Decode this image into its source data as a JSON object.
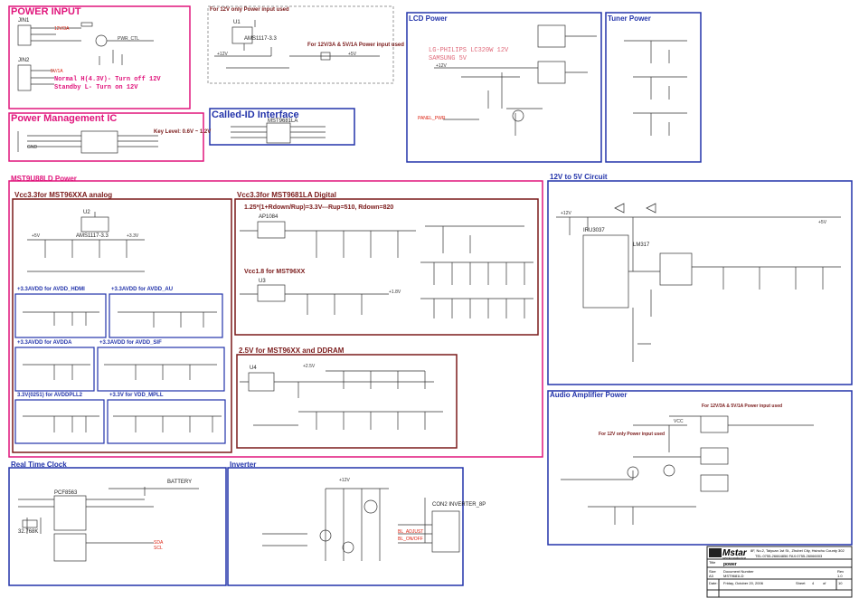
{
  "sections": {
    "power_input": "POWER INPUT",
    "power_mgmt": "Power Management IC",
    "called_id": "Called-ID Interface",
    "lcd_power": "LCD Power",
    "tuner_power": "Tuner Power",
    "mst_power": "MST9U88LD Power",
    "vcc33_analog": "Vcc3.3for MST96XXA analog",
    "vcc33_digital": "Vcc3.3for MST9681LA Digital",
    "ddram": "2.5V for MST96XX and DDRAM",
    "v12_to_5": "12V to 5V Circuit",
    "audio_amp": "Audio Amplifier Power",
    "rtc": "Real Time Clock",
    "inverter": "Inverter"
  },
  "notes": {
    "only12v": "For 12V only Power input used",
    "input_12v_5v": "For 12V/3A & 5V/1A Power input used",
    "normal_line": "Normal  H(4.3V)- Turn off 12V",
    "standby_line": "Standby L- Turn on 12V",
    "key_level": "Key Level: 0.6V ~ 1.2V",
    "lcd_brand_1": "LG-PHILIPS LC320W 12V",
    "lcd_brand_2": "SAMSUNG 5V",
    "formula": "1.25*(1+Rdown/Rup)=3.3V---Rup=510, Rdown=820",
    "vcc18": "Vcc1.8 for MST96XX",
    "audio_note_a": "For 12V/3A & 5V/1A Power input used",
    "audio_note_b": "For 12V only Power input used"
  },
  "sub_blocks": {
    "avdd_hdmi": "+3.3AVDD for AVDD_HDMI",
    "avdd_au": "+3.3AVDD for AVDD_AU",
    "avdda": "+3.3AVDD for AVDDA",
    "avdd_sif": "+3.3AVDD for AVDD_SIF",
    "avddpll2": "3.3V(0251) for AVDDPLL2",
    "vdd_mpll": "+3.3V for VDD_MPLL"
  },
  "components": {
    "jin1": "JIN1",
    "jin2": "JIN2",
    "u1": "U1",
    "u2": "U2",
    "u3": "U3",
    "u4": "U4",
    "ams": "AMS1117-3.3",
    "ap1084": "AP1084",
    "lm317": "LM317",
    "ic_reg": "IRU3037",
    "mst": "MST9681LA",
    "pcf": "PCF8563",
    "battery": "BATTERY",
    "crystal": "32.768K",
    "inverter_conn": "CON2 INVERTER_8P"
  },
  "nets": {
    "v5": "+5V",
    "v12": "+12V",
    "v33": "+3.3V",
    "v25": "+2.5V",
    "v18": "+1.8V",
    "vcc": "VCC",
    "gnd": "GND",
    "pwr_ctl": "PWR_CTL",
    "lcd_pwr": "PANEL_PWR",
    "vin_12": "12V/3A",
    "vin_5": "5V/1A",
    "sda": "SDA",
    "scl": "SCL",
    "bl_adj": "BL_ADJUST",
    "bl_on": "BL_ON/OFF"
  },
  "title_block": {
    "company": "Mstar",
    "company_sub": "semiconductor",
    "address": "8F, No.2, Taiyuan 1st St., Zhubei City, Hsinchu County 302",
    "tel": "TEL:0755-26664856   FAX:0755-26066003",
    "title_label": "Title",
    "title": "power",
    "size_label": "Size",
    "size": "A3",
    "docnum_label": "Document Number",
    "docnum": "MST9681LD",
    "rev_label": "Rev",
    "rev": "1.0",
    "date_label": "Date:",
    "date": "Friday, October 20, 2006",
    "sheet_label": "Sheet",
    "sheet": "4",
    "of_label": "of",
    "sheets": "10"
  },
  "colors": {
    "magenta": "#e0157c",
    "blue": "#2233aa",
    "brown": "#7a1a1a",
    "red": "#dd2222",
    "wire": "#333333"
  }
}
